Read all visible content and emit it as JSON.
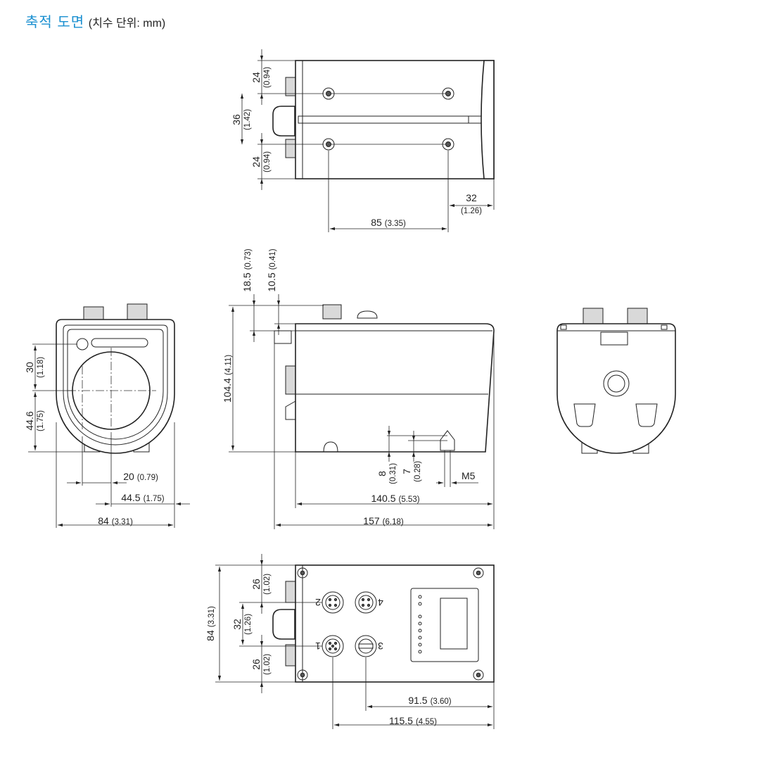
{
  "title": {
    "main": "축적 도면",
    "unit": "(치수 단위: mm)"
  },
  "top_view": {
    "dims": [
      {
        "mm": "24",
        "in": "(0.94)"
      },
      {
        "mm": "36",
        "in": "(1.42)"
      },
      {
        "mm": "24",
        "in": "(0.94)"
      },
      {
        "mm": "32",
        "in": "(1.26)"
      },
      {
        "mm": "85",
        "in": "(3.35)"
      }
    ]
  },
  "front_view": {
    "dims": [
      {
        "mm": "30",
        "in": "(1.18)"
      },
      {
        "mm": "44.6",
        "in": "(1.75)"
      },
      {
        "mm": "20",
        "in": "(0.79)"
      },
      {
        "mm": "44.5",
        "in": "(1.75)"
      },
      {
        "mm": "84",
        "in": "(3.31)"
      }
    ]
  },
  "side_view": {
    "dims": [
      {
        "mm": "18.5",
        "in": "(0.73)"
      },
      {
        "mm": "10.5",
        "in": "(0.41)"
      },
      {
        "mm": "104.4",
        "in": "(4.11)"
      },
      {
        "mm": "8",
        "in": "(0.31)"
      },
      {
        "mm": "7",
        "in": "(0.28)"
      },
      {
        "mm": "140.5",
        "in": "(5.53)"
      },
      {
        "mm": "157",
        "in": "(6.18)"
      }
    ],
    "thread": "M5"
  },
  "bottom_view": {
    "dims": [
      {
        "mm": "26",
        "in": "(1.02)"
      },
      {
        "mm": "32",
        "in": "(1.26)"
      },
      {
        "mm": "26",
        "in": "(1.02)"
      },
      {
        "mm": "84",
        "in": "(3.31)"
      },
      {
        "mm": "91.5",
        "in": "(3.60)"
      },
      {
        "mm": "115.5",
        "in": "(4.55)"
      }
    ],
    "connectors": [
      "1",
      "2",
      "3",
      "4"
    ]
  }
}
